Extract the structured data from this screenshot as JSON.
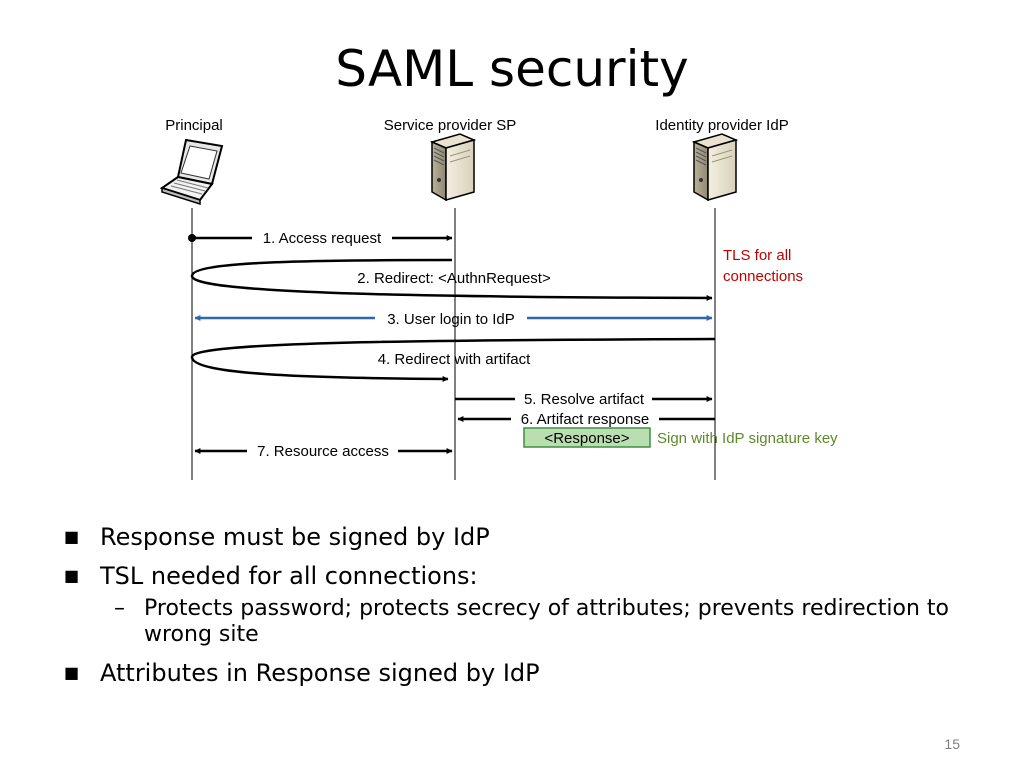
{
  "slide": {
    "title": "SAML security",
    "page_number": "15"
  },
  "actors": [
    {
      "label": "Principal",
      "icon": "laptop-icon"
    },
    {
      "label": "Service provider SP",
      "icon": "server-icon"
    },
    {
      "label": "Identity provider IdP",
      "icon": "server-icon"
    }
  ],
  "messages": {
    "m1": "1. Access request",
    "m2": "2. Redirect: <AuthnRequest>",
    "m3": "3. User login to IdP",
    "m4": "4. Redirect with artifact",
    "m5": "5. Resolve artifact",
    "m6": "6. Artifact response",
    "m7": "7. Resource access"
  },
  "annotations": {
    "tls_line1": "TLS for all",
    "tls_line2": "connections",
    "response_box": "<Response>",
    "sign_note": "Sign with IdP signature key"
  },
  "colors": {
    "tls_note": "#c00000",
    "sign_note": "#5e8a2a",
    "response_fill": "#b9dfb0",
    "response_border": "#3f8f3f",
    "login_arrow": "#2e68ad"
  },
  "bullets": [
    {
      "text": "Response must be signed by IdP",
      "children": []
    },
    {
      "text": "TSL needed for all connections:",
      "children": [
        {
          "text": "Protects password; protects secrecy of attributes; prevents redirection to wrong site"
        }
      ]
    },
    {
      "text": "Attributes in Response signed by IdP",
      "children": []
    }
  ]
}
